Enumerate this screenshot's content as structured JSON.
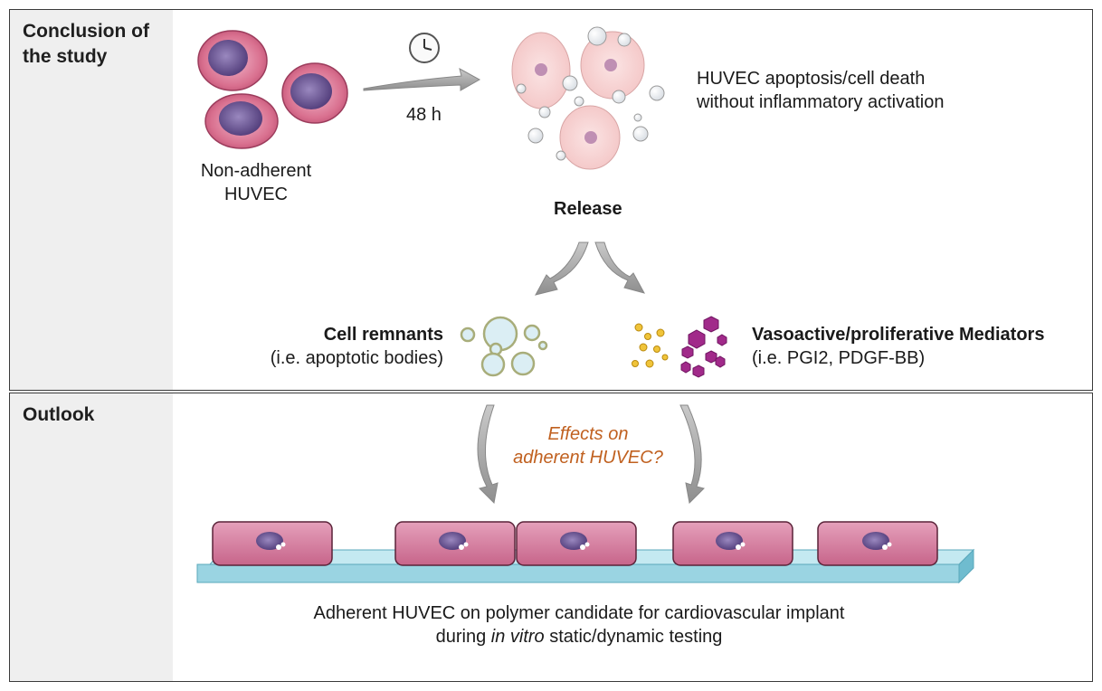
{
  "top_panel": {
    "title": "Conclusion of the study",
    "time_label": "48 h",
    "cell_label_line1": "Non-adherent",
    "cell_label_line2": "HUVEC",
    "outcome_line1": "HUVEC apoptosis/cell death",
    "outcome_line2": "without inflammatory activation",
    "release_label": "Release",
    "remnants_title": "Cell remnants",
    "remnants_sub": "(i.e. apoptotic bodies)",
    "mediators_title": "Vasoactive/proliferative Mediators",
    "mediators_sub": "(i.e. PGI2, PDGF-BB)"
  },
  "bottom_panel": {
    "title": "Outlook",
    "question_line1": "Effects on",
    "question_line2": "adherent HUVEC?",
    "caption_line1": "Adherent HUVEC on polymer candidate for cardiovascular implant",
    "caption_line2_pre": "during ",
    "caption_line2_italic": "in vitro",
    "caption_line2_post": " static/dynamic testing"
  },
  "colors": {
    "cell_pink": "#d9708f",
    "nucleus_purple": "#6a4f8f",
    "substrate_blue": "#9ad4e2",
    "arrow_gray": "#a8a8a8",
    "question_orange": "#c0601f",
    "mediator_magenta": "#a12a8a",
    "mediator_yellow": "#e8b21a"
  },
  "icons": [
    "clock-icon",
    "apoptotic-body-icon",
    "mediator-molecule-icon"
  ]
}
